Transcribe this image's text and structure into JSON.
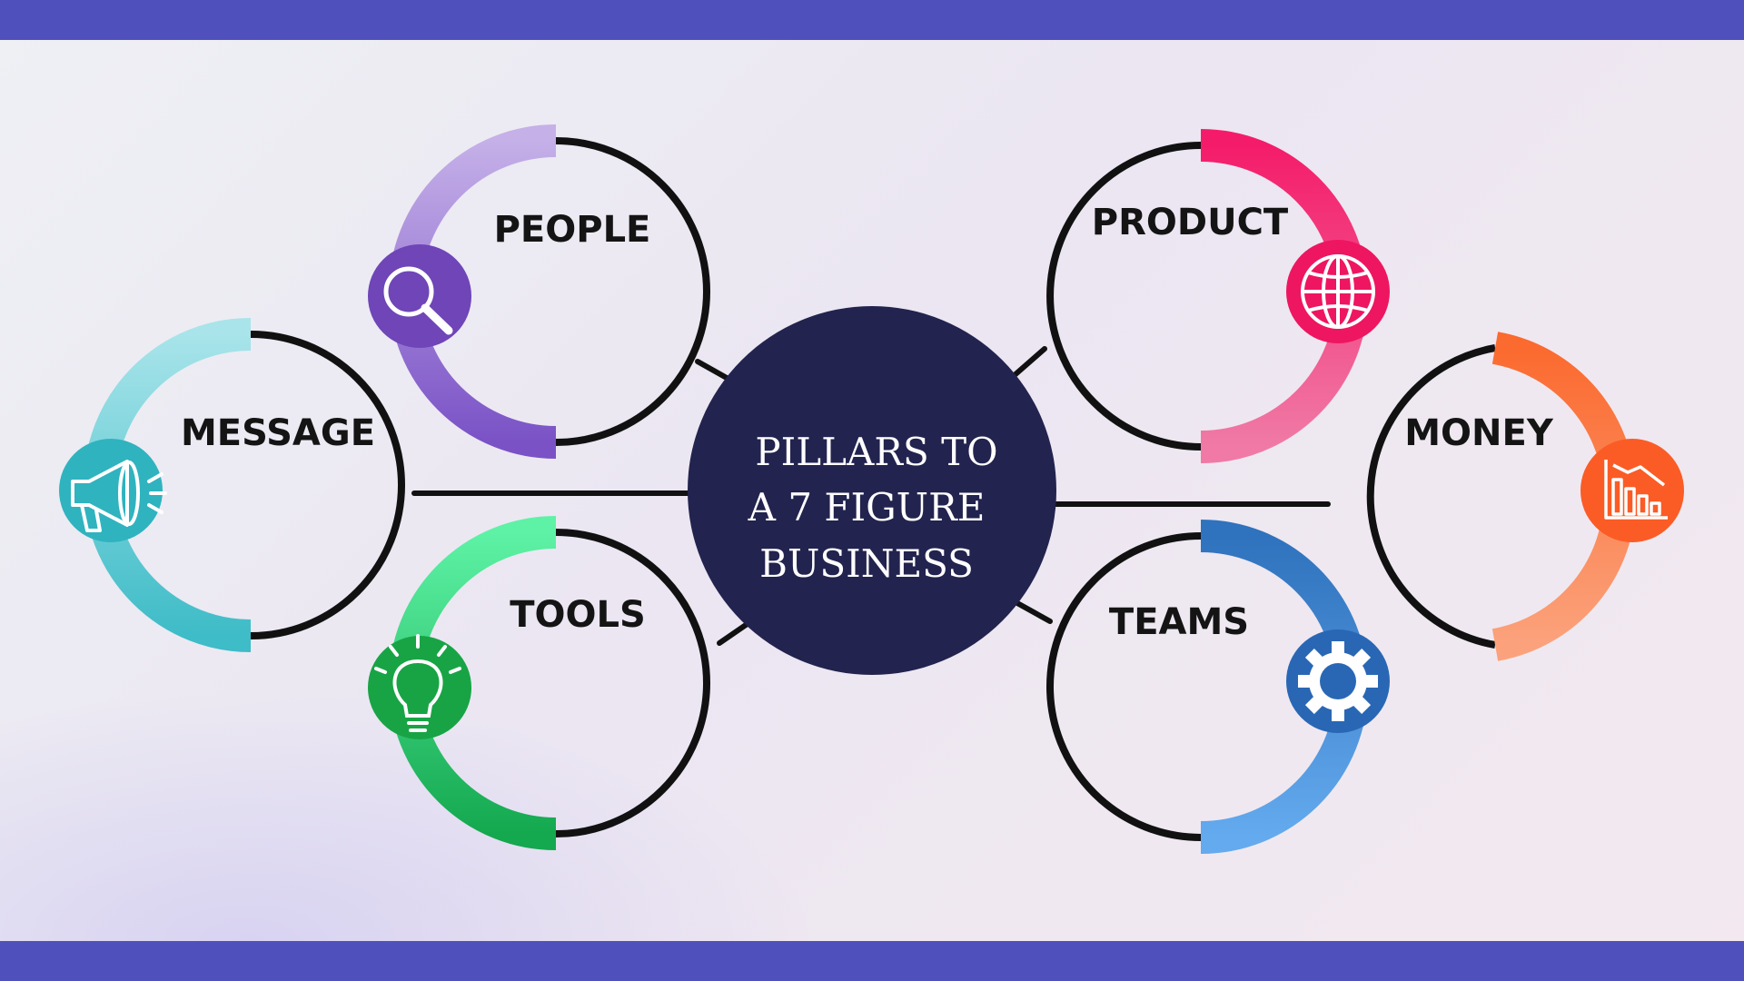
{
  "center": {
    "lines": [
      "PILLARS TO",
      "A 7 FIGURE",
      "BUSINESS"
    ],
    "color": "#22234e"
  },
  "pillars": [
    {
      "id": "people",
      "label": "PEOPLE",
      "icon": "magnifier-icon",
      "colors": [
        "#c5b0e8",
        "#7a52c6"
      ],
      "icon_color": "#6f45b8"
    },
    {
      "id": "message",
      "label": "MESSAGE",
      "icon": "megaphone-icon",
      "colors": [
        "#a8e4ea",
        "#3ebcc7"
      ],
      "icon_color": "#2fb3bf"
    },
    {
      "id": "tools",
      "label": "TOOLS",
      "icon": "lightbulb-icon",
      "colors": [
        "#5ef2a6",
        "#14a84f"
      ],
      "icon_color": "#18a445"
    },
    {
      "id": "product",
      "label": "PRODUCT",
      "icon": "globe-icon",
      "colors": [
        "#f41c6a",
        "#f07aa5"
      ],
      "icon_color": "#ee1660"
    },
    {
      "id": "money",
      "label": "MONEY",
      "icon": "bar-chart-icon",
      "colors": [
        "#fb6a2f",
        "#fba27c"
      ],
      "icon_color": "#fb5c25"
    },
    {
      "id": "teams",
      "label": "TEAMS",
      "icon": "gear-icon",
      "colors": [
        "#2f72bd",
        "#64aaee"
      ],
      "icon_color": "#2967b5"
    }
  ],
  "accent": {
    "band": "#5050bd",
    "line": "#111111"
  }
}
